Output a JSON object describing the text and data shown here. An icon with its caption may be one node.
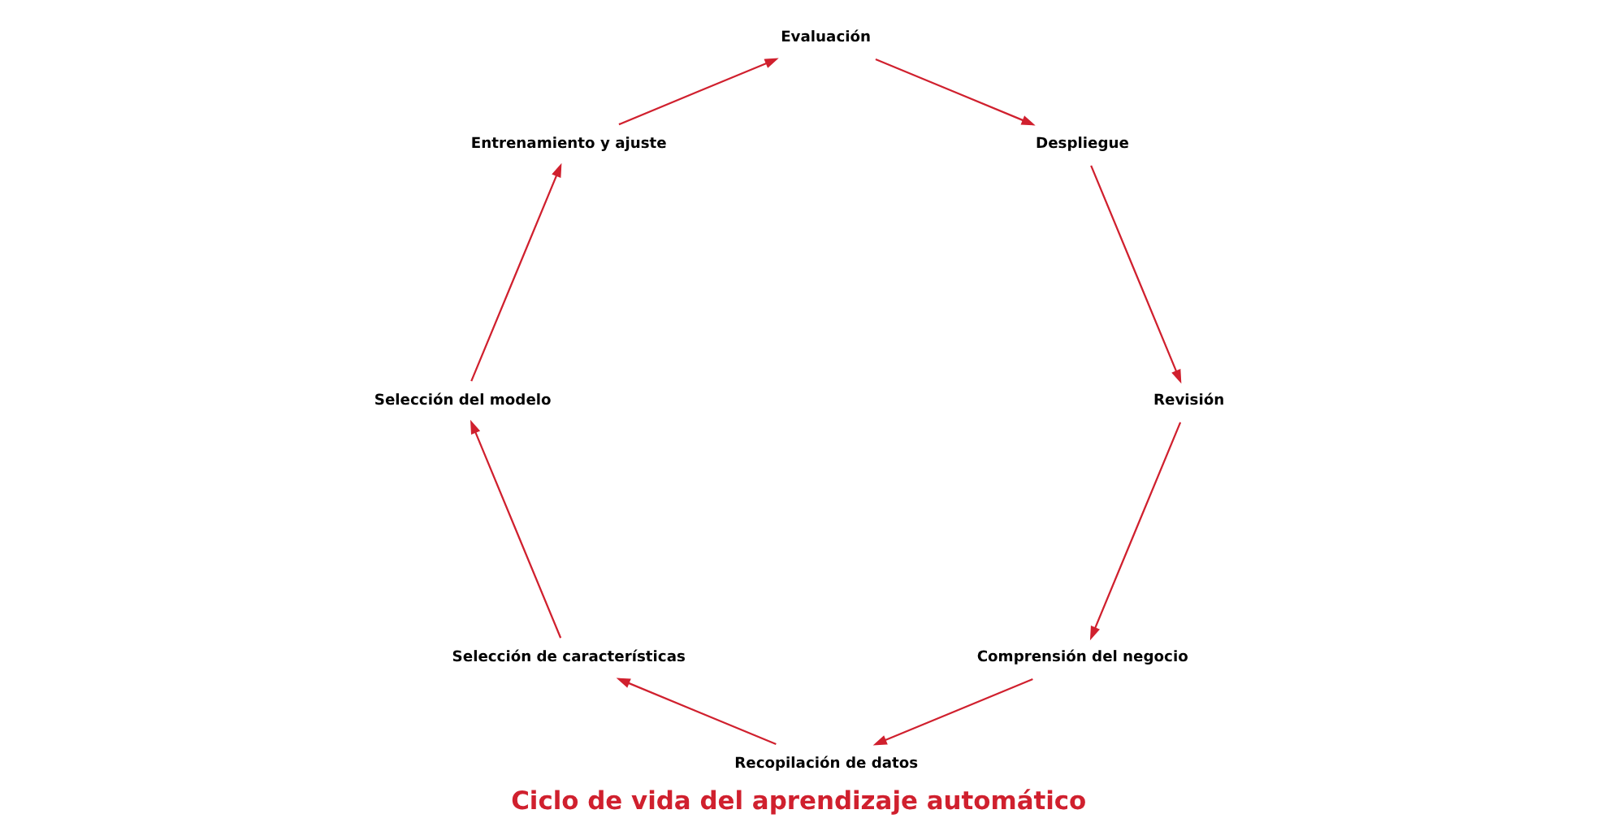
{
  "diagram": {
    "title": "Ciclo de vida del aprendizaje automático",
    "nodes": [
      {
        "text": [
          "Comprensión del negocio"
        ]
      },
      {
        "text": [
          "Recopilación de datos"
        ]
      },
      {
        "text": [
          "Selección de características"
        ]
      },
      {
        "text": [
          "Selección del modelo"
        ]
      },
      {
        "text": [
          "Entrenamiento y ajuste"
        ]
      },
      {
        "text": [
          "Evaluación"
        ]
      },
      {
        "text": [
          "Despliegue"
        ]
      },
      {
        "text": [
          "Revisión"
        ]
      }
    ],
    "edges": [
      {
        "from": 0,
        "to": 1,
        "arrow": "to"
      },
      {
        "from": 1,
        "to": 2,
        "arrow": "to"
      },
      {
        "from": 2,
        "to": 3,
        "arrow": "to"
      },
      {
        "from": 3,
        "to": 4,
        "arrow": "to"
      },
      {
        "from": 4,
        "to": 5,
        "arrow": "to"
      },
      {
        "from": 5,
        "to": 6,
        "arrow": "to"
      },
      {
        "from": 6,
        "to": 7,
        "arrow": "to"
      },
      {
        "from": 7,
        "to": 0,
        "arrow": "to"
      }
    ]
  }
}
